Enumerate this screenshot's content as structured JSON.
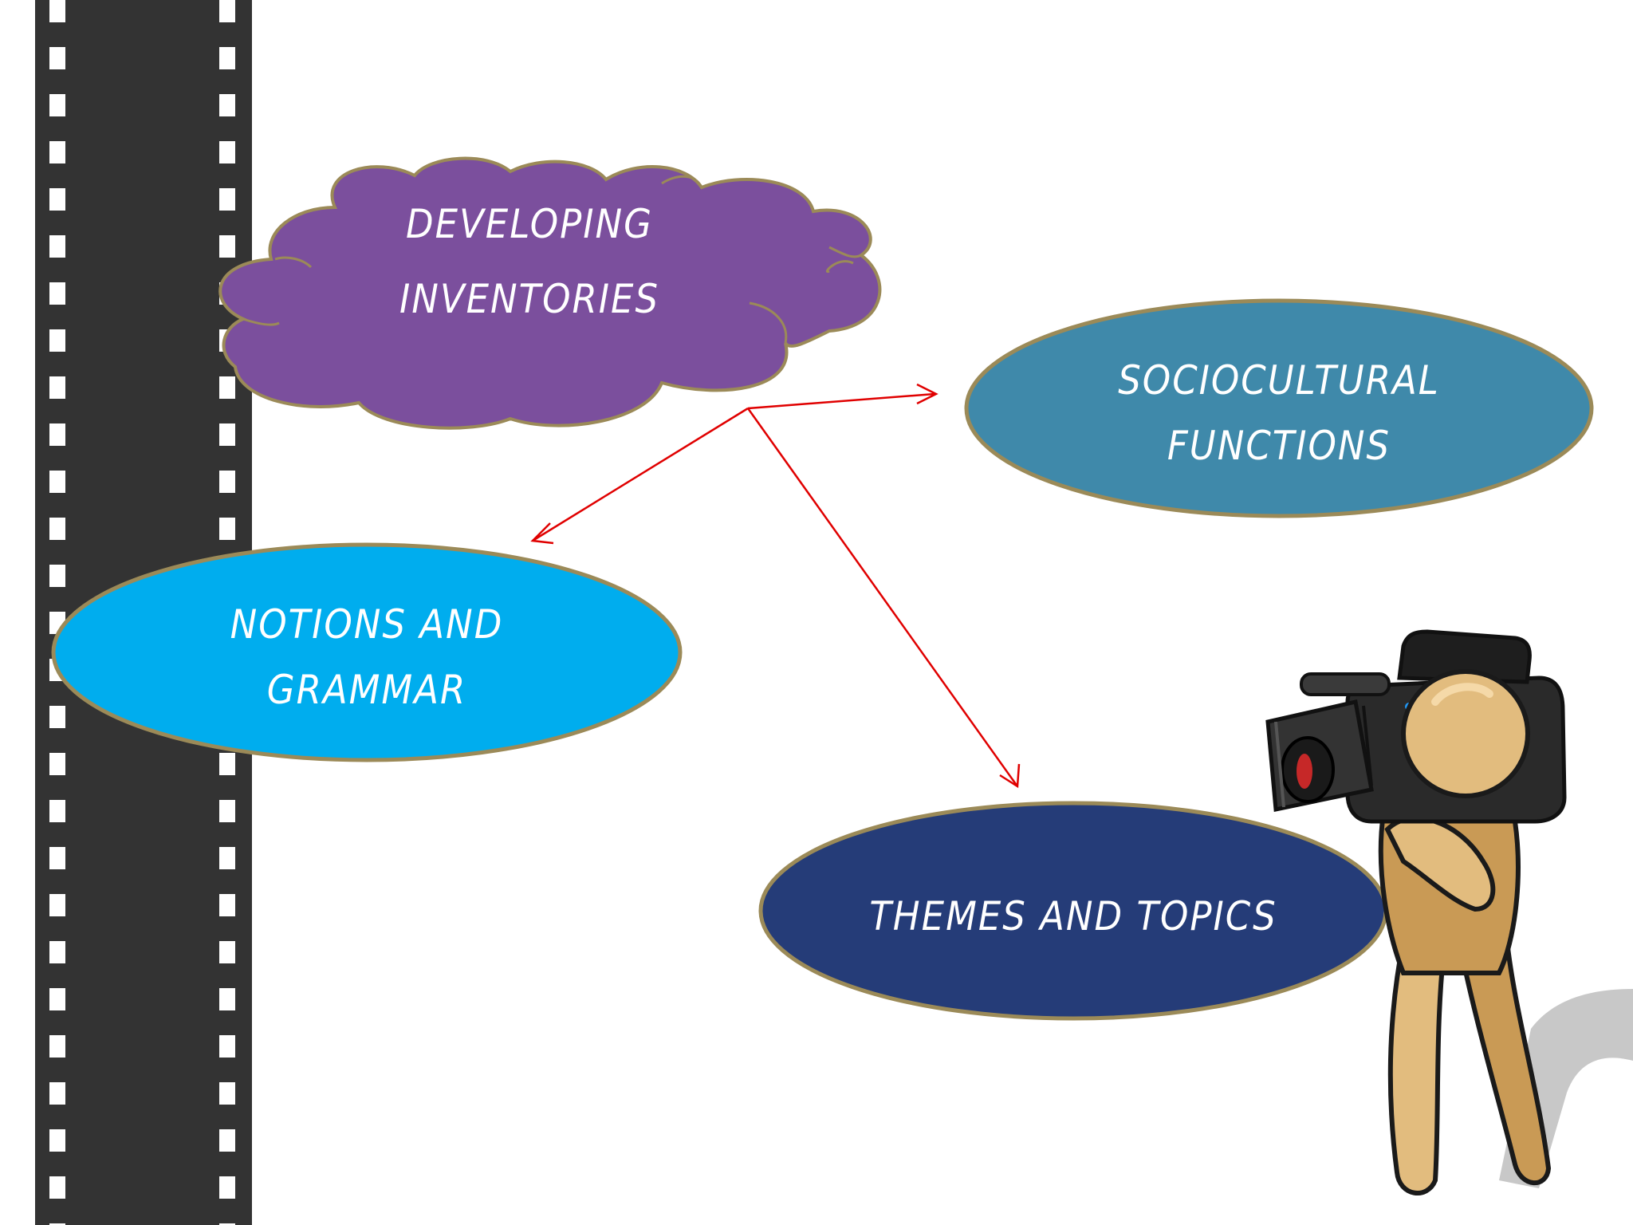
{
  "diagram": {
    "center": {
      "label_line1": "DEVELOPING",
      "label_line2": "INVENTORIES",
      "color": "#7B4F9D"
    },
    "nodes": [
      {
        "id": "sociocultural",
        "label_line1": "SOCIOCULTURAL",
        "label_line2": "FUNCTIONS",
        "color": "#3F89AA"
      },
      {
        "id": "notions",
        "label_line1": "NOTIONS AND",
        "label_line2": "GRAMMAR",
        "color": "#00ADEE"
      },
      {
        "id": "themes",
        "label_line1": "THEMES AND TOPICS",
        "label_line2": "",
        "color": "#253C78"
      }
    ],
    "arrow_color": "#E00000",
    "outline_color": "#9B8A58"
  },
  "decor": {
    "film_strip_color": "#333333",
    "figure": "cameraman-clipart"
  }
}
